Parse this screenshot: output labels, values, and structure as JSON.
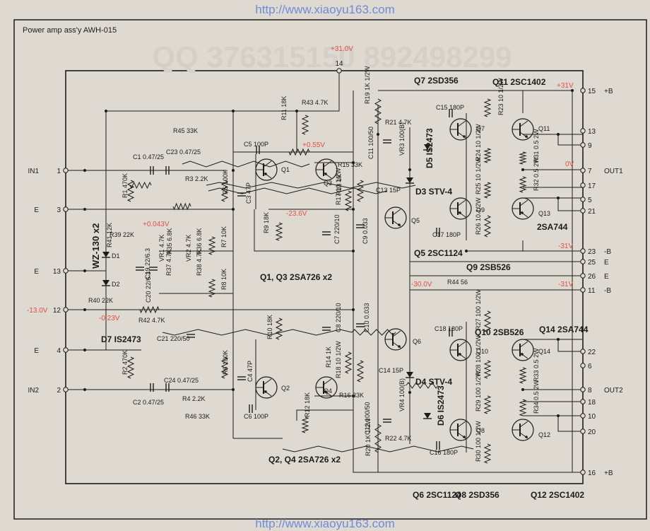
{
  "watermark": "http://www.xiaoyu163.com",
  "title": "Power amp ass'y AWH-015",
  "background_watermark": "QQ 376315150  892498299",
  "colors": {
    "ink": "#1d1b19",
    "voltage": "#e24f45",
    "link": "#6f8bd9",
    "paper": "#dedad2"
  },
  "connector_pins": [
    {
      "num": "1",
      "name": "IN1"
    },
    {
      "num": "3",
      "name": "E"
    },
    {
      "num": "13",
      "name": "E"
    },
    {
      "num": "12",
      "name": ""
    },
    {
      "num": "4",
      "name": "E"
    },
    {
      "num": "2",
      "name": "IN2"
    },
    {
      "num": "14",
      "name": ""
    },
    {
      "num": "15",
      "name": "+B"
    },
    {
      "num": "13",
      "name": ""
    },
    {
      "num": "9",
      "name": ""
    },
    {
      "num": "7",
      "name": "OUT1"
    },
    {
      "num": "17",
      "name": ""
    },
    {
      "num": "5",
      "name": ""
    },
    {
      "num": "21",
      "name": ""
    },
    {
      "num": "23",
      "name": "-B"
    },
    {
      "num": "25",
      "name": "E"
    },
    {
      "num": "26",
      "name": "E"
    },
    {
      "num": "11",
      "name": "-B"
    },
    {
      "num": "22",
      "name": ""
    },
    {
      "num": "6",
      "name": ""
    },
    {
      "num": "8",
      "name": "OUT2"
    },
    {
      "num": "18",
      "name": ""
    },
    {
      "num": "10",
      "name": ""
    },
    {
      "num": "20",
      "name": ""
    },
    {
      "num": "16",
      "name": "+B"
    }
  ],
  "voltages": [
    "+31.0V",
    "+0.55V",
    "-23.6V",
    "+0.043V",
    "-0.23V",
    "-13.0V",
    "+31V",
    "0V",
    "-31V",
    "-30.0V",
    "-31V"
  ],
  "resistors": [
    "R43 4.7K",
    "R45 33K",
    "R11 18K",
    "R15 33K",
    "R13 1K",
    "R17 10 1/2W",
    "R19 1K 1/2W",
    "R21 4.7K",
    "R3 2.2K",
    "R5 100K",
    "R1 470K",
    "R9 18K",
    "R39 22K",
    "R41 12K",
    "R35 6.8K",
    "R37 4.7K",
    "R36 6.8K",
    "R38 4.7K",
    "R7 10K",
    "R8 10K",
    "R40 22K",
    "R42 4.7K",
    "R44 56",
    "R2 470K",
    "R4 2.2K",
    "R6 100K",
    "R46 33K",
    "R10 18K",
    "R12 18K",
    "R14 1K",
    "R16 33K",
    "R18 10 1/2W",
    "R20 1K 1/2W",
    "R22 4.7K",
    "R23 10 1/2W",
    "R24 10 1/2W",
    "R25 10 1/2W",
    "R26 10 1/2W",
    "R27 100 1/2W",
    "R28 100 1/2W",
    "R29 100 1/2W",
    "R30 100 1/2W",
    "R31 0.5 2W",
    "R32 0.5 2W",
    "R33 0.5 2W",
    "R34 0.5 2W",
    "VR1 4.7K",
    "VR2 4.7K",
    "VR3 100(B)",
    "VR4 100(B)"
  ],
  "capacitors": [
    "C1 0.47/25",
    "C23 0.47/25",
    "C5 100P",
    "C3 47P",
    "C11 100/50",
    "C15 180P",
    "C13 15P",
    "C7 220/10",
    "C9 0.033",
    "C17 180P",
    "C19 22/6.3",
    "C20 22/6.3",
    "C21 220/50",
    "C2 0.47/25",
    "C24 0.47/25",
    "C4 47P",
    "C6 100P",
    "C8 220/10",
    "C10 0.033",
    "C18 180P",
    "C14 15P",
    "C12 100/50",
    "C16 180P"
  ],
  "semiconductors": [
    "D1",
    "D2",
    "WZ-130 x2",
    "D3 STV-4",
    "D4 STV-4",
    "D5 IS2473",
    "D6 IS2473",
    "D7 IS2473"
  ],
  "transistors": [
    {
      "ref": "Q1",
      "type": "2SA726"
    },
    {
      "ref": "Q2",
      "type": "2SA726"
    },
    {
      "ref": "Q3",
      "type": "2SA726"
    },
    {
      "ref": "Q4",
      "type": "2SA726"
    },
    {
      "ref": "Q5",
      "type": "2SC1124"
    },
    {
      "ref": "Q6",
      "type": "2SC1124"
    },
    {
      "ref": "Q7",
      "type": "2SD356"
    },
    {
      "ref": "Q8",
      "type": "2SD356"
    },
    {
      "ref": "Q9",
      "type": "2SB526"
    },
    {
      "ref": "Q10",
      "type": "2SB526"
    },
    {
      "ref": "Q11",
      "type": "2SC1402"
    },
    {
      "ref": "Q12",
      "type": "2SC1402"
    },
    {
      "ref": "Q13",
      "type": "2SA744"
    },
    {
      "ref": "Q14",
      "type": "2SA744"
    }
  ],
  "part_notes": {
    "q1q3": "Q1, Q3 2SA726 x2",
    "q2q4": "Q2, Q4 2SA726 x2",
    "q7": "Q7 2SD356",
    "q11": "Q11 2SC1402",
    "q5": "Q5 2SC1124",
    "q9": "Q9 2SB526",
    "q10": "Q10 2SB526",
    "q13": "2SA744",
    "q14": "Q14 2SA744",
    "q6": "Q6 2SC1124",
    "q8": "Q8 2SD356",
    "q12": "Q12 2SC1402",
    "d7": "D7 IS2473",
    "wz": "WZ-130 x2"
  }
}
